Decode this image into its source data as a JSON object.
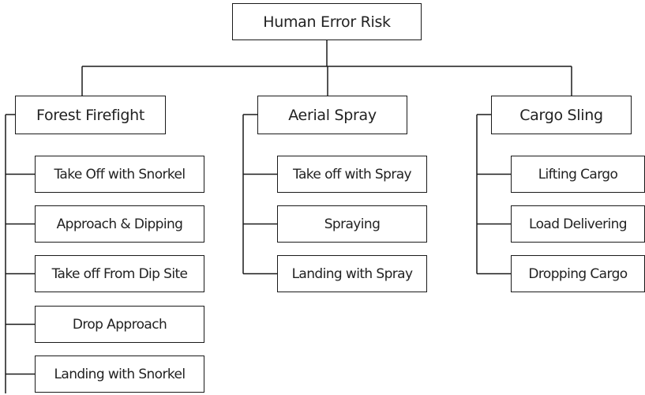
{
  "diagram": {
    "root": {
      "label": "Human Error Risk"
    },
    "categories": [
      {
        "label": "Forest Firefight",
        "children": [
          "Take Off with Snorkel",
          "Approach & Dipping",
          "Take off From Dip Site",
          "Drop Approach",
          "Landing with Snorkel"
        ]
      },
      {
        "label": "Aerial Spray",
        "children": [
          "Take off with Spray",
          "Spraying",
          "Landing with Spray"
        ]
      },
      {
        "label": "Cargo Sling",
        "children": [
          "Lifting Cargo",
          "Load Delivering",
          "Dropping Cargo"
        ]
      }
    ],
    "line_color": "#1a1a1a",
    "box_border_color": "#1a1a1a"
  }
}
